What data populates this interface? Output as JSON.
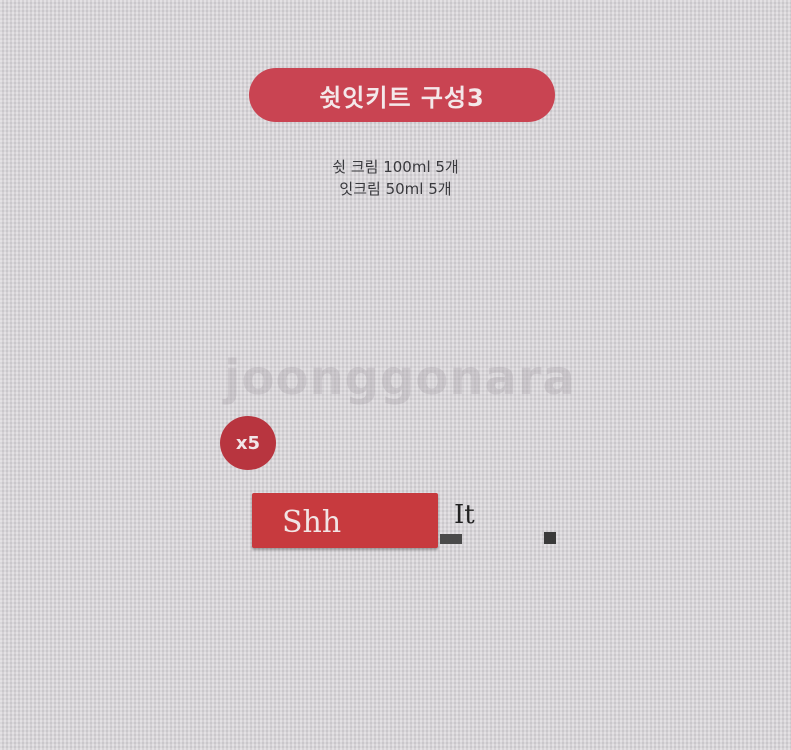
{
  "title": "쉿잇키트 구성3",
  "items": [
    "쉿 크림 100ml 5개",
    "잇크림 50ml 5개"
  ],
  "watermark": "joonggonara",
  "badge": "x5",
  "products": [
    {
      "label": "Shh"
    },
    {
      "label": "It"
    }
  ],
  "colors": {
    "accent": "#c94452",
    "badge": "#b8353f"
  }
}
